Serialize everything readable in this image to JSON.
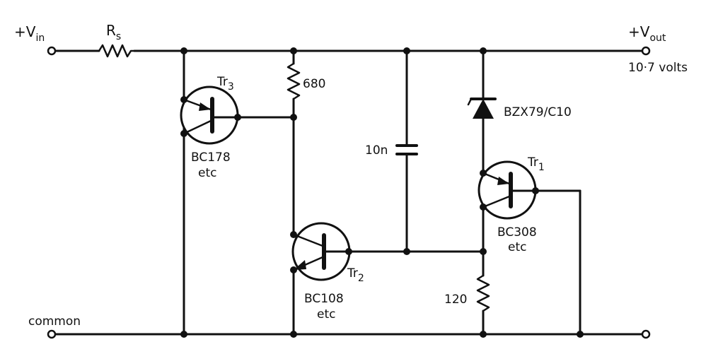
{
  "input": {
    "label": "+V",
    "sub": "in"
  },
  "output": {
    "label": "+V",
    "sub": "out",
    "voltage": "10·7 volts"
  },
  "common": {
    "label": "common"
  },
  "resistor_s": {
    "label": "R",
    "sub": "s"
  },
  "resistor_680": {
    "label": "680"
  },
  "resistor_120": {
    "label": "120"
  },
  "capacitor": {
    "label": "10n"
  },
  "zener": {
    "label": "BZX79/C10"
  },
  "tr3": {
    "name": "Tr",
    "sub": "3",
    "type_line1": "BC178",
    "type_line2": "etc"
  },
  "tr2": {
    "name": "Tr",
    "sub": "2",
    "type_line1": "BC108",
    "type_line2": "etc"
  },
  "tr1": {
    "name": "Tr",
    "sub": "1",
    "type_line1": "BC308",
    "type_line2": "etc"
  }
}
